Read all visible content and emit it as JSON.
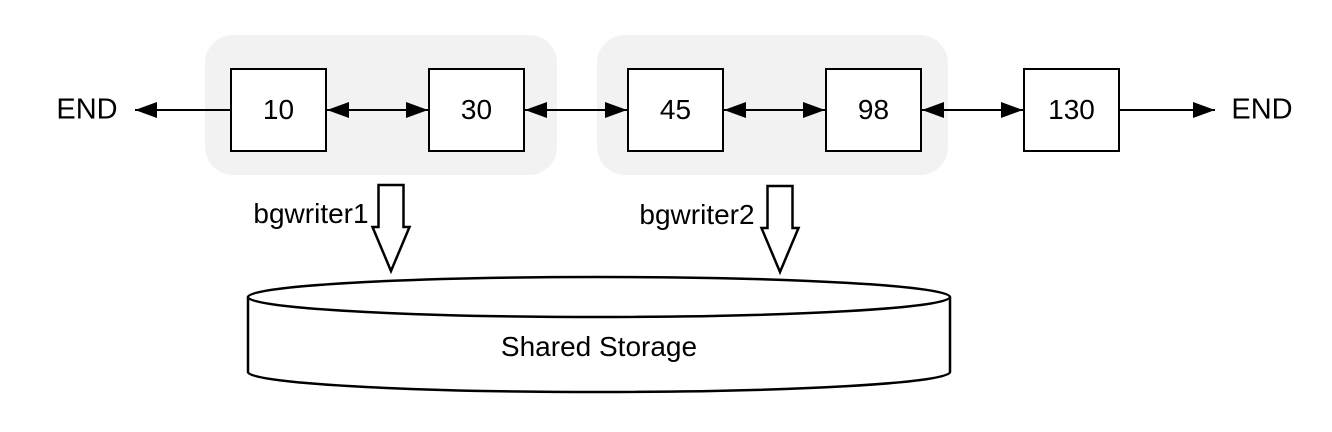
{
  "list": {
    "end_left": "END",
    "end_right": "END",
    "nodes": [
      {
        "value": "10"
      },
      {
        "value": "30"
      },
      {
        "value": "45"
      },
      {
        "value": "98"
      },
      {
        "value": "130"
      }
    ]
  },
  "writers": [
    {
      "label": "bgwriter1"
    },
    {
      "label": "bgwriter2"
    }
  ],
  "storage": {
    "label": "Shared Storage"
  },
  "colors": {
    "background": "#ffffff",
    "stroke": "#000000",
    "group_fill": "#f2f2f2",
    "shape_fill": "#ffffff"
  }
}
